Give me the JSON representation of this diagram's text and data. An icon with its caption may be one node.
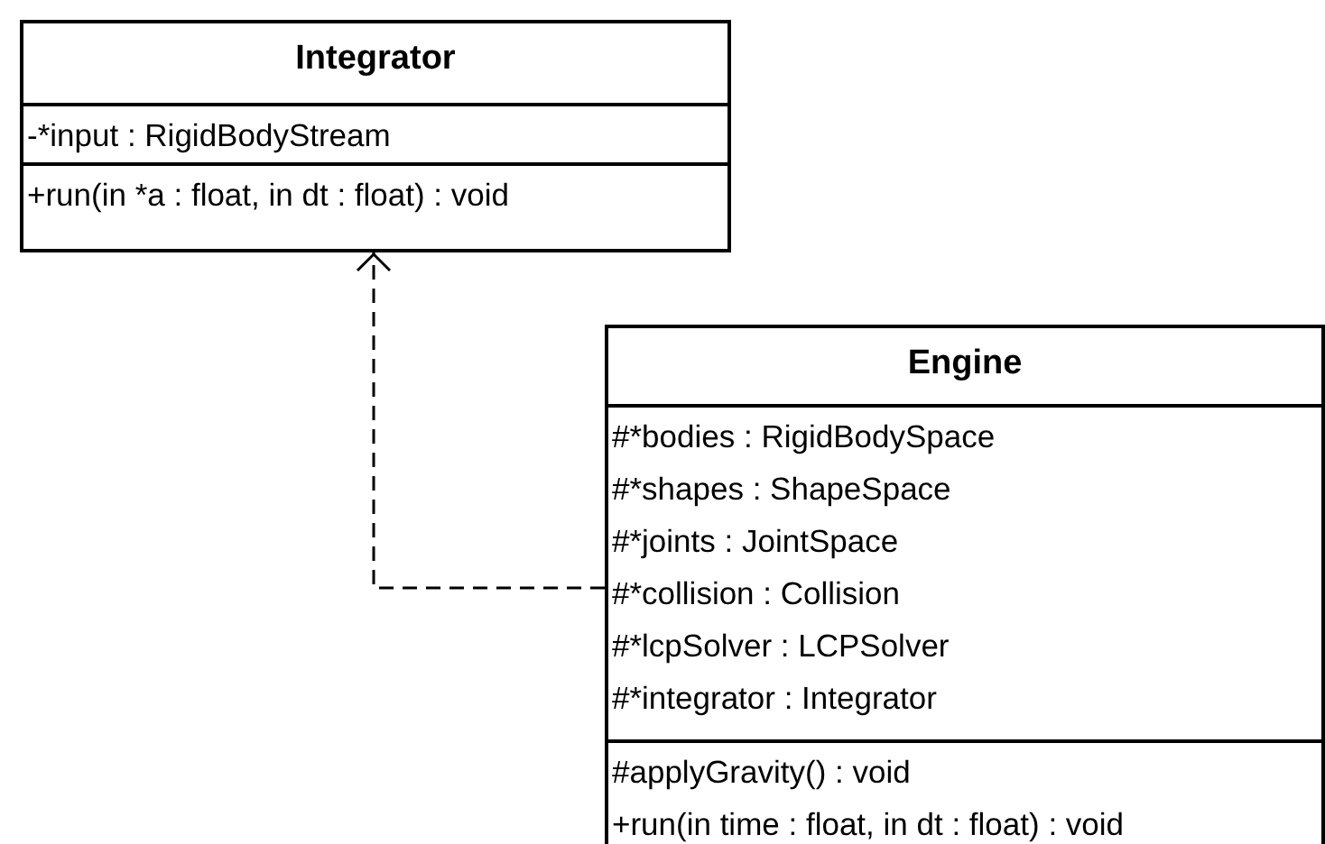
{
  "diagram": {
    "nodes": [
      {
        "text": [
          "Integrator",
          "-*input : RigidBodyStream",
          "+run(in *a : float, in dt : float) : void"
        ]
      },
      {
        "text": [
          "Engine",
          "#*bodies : RigidBodySpace",
          "#*shapes : ShapeSpace",
          "#*joints : JointSpace",
          "#*collision : Collision",
          "#*lcpSolver : LCPSolver",
          "#*integrator : Integrator",
          "#applyGravity() : void",
          "+run(in time : float, in dt : float) : void"
        ]
      }
    ],
    "edges": [
      {
        "from": 1,
        "to": 0,
        "arrow": "to",
        "style": "dashed"
      }
    ]
  }
}
